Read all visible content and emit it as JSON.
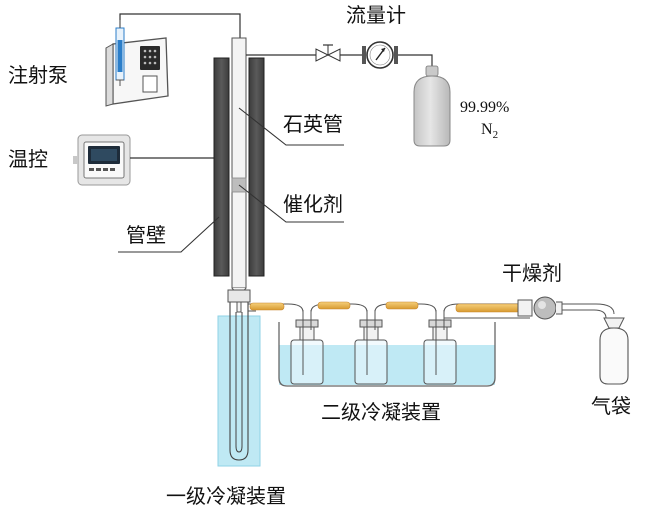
{
  "labels": {
    "injection_pump": "注射泵",
    "temperature_control": "温控",
    "flowmeter": "流量计",
    "quartz_tube": "石英管",
    "catalyst": "催化剂",
    "tube_wall": "管壁",
    "nitrogen_purity": "99.99%",
    "nitrogen_formula": "N",
    "nitrogen_subscript": "2",
    "desiccant": "干燥剂",
    "secondary_condensation": "二级冷凝装置",
    "gas_bag": "气袋",
    "primary_condensation": "一级冷凝装置"
  },
  "colors": {
    "wall": "#4a4a4a",
    "wall_edge": "#222222",
    "quartz": "#f4f4f4",
    "catalyst": "#bdbdbd",
    "water": "#bfe9f4",
    "water_edge": "#8fd2e6",
    "amber_tube": "#e9b44f",
    "cylinder": "#d0d0d0",
    "outline": "#555555",
    "pump_blue": "#2b7ec9"
  },
  "icons": {
    "pump": "syringe-pump-icon",
    "controller": "temperature-controller-icon",
    "flowmeter": "flow-gauge-icon",
    "valve": "needle-valve-icon",
    "cylinder": "gas-cylinder-icon",
    "desiccant": "drying-bulb-icon",
    "gas_bag": "gas-bag-icon"
  }
}
